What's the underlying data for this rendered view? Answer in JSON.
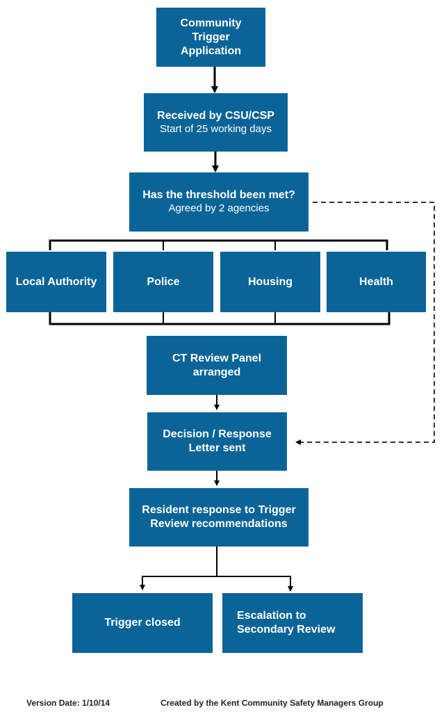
{
  "nodes": {
    "application": {
      "line1": "Community",
      "line2": "Trigger",
      "line3": "Application"
    },
    "received": {
      "title": "Received by CSU/CSP",
      "subtitle": "Start of 25 working days"
    },
    "threshold": {
      "title": "Has the threshold been met?",
      "subtitle": "Agreed by 2 agencies"
    },
    "agencies": [
      "Local Authority",
      "Police",
      "Housing",
      "Health"
    ],
    "panel": {
      "line1": "CT Review Panel",
      "line2": "arranged"
    },
    "decision": {
      "line1": "Decision / Response",
      "line2": "Letter sent"
    },
    "resident": {
      "line1": "Resident response to Trigger",
      "line2": "Review  recommendations"
    },
    "closed": {
      "label": "Trigger closed"
    },
    "escalation": {
      "line1": "Escalation to",
      "line2": "Secondary Review"
    }
  },
  "footer": {
    "version": "Version Date: 1/10/14",
    "credit": "Created by the Kent Community Safety Managers Group"
  },
  "colors": {
    "box": "#0b6498",
    "line": "#000000",
    "text": "#ffffff"
  }
}
